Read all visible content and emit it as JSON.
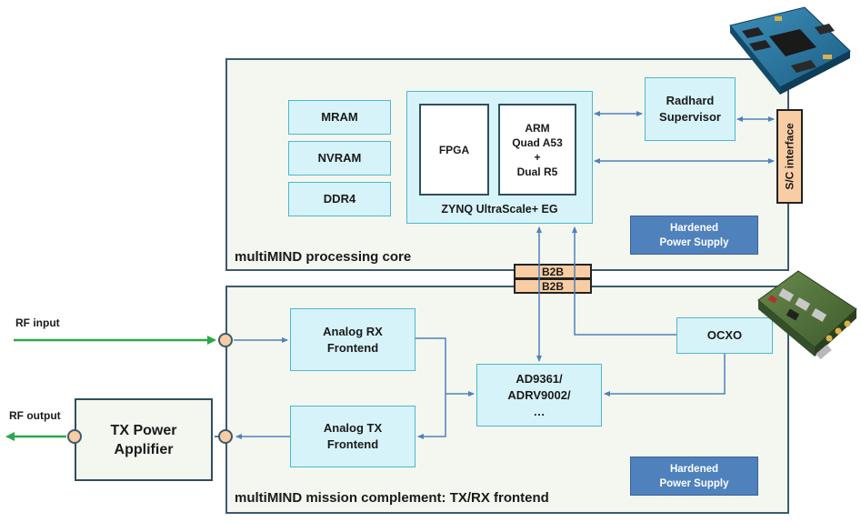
{
  "processing_core": {
    "title": "multiMIND processing core",
    "mram": "MRAM",
    "nvram": "NVRAM",
    "ddr4": "DDR4",
    "zynq": {
      "label": "ZYNQ UltraScale+ EG",
      "fpga": "FPGA",
      "arm": "ARM\nQuad  A53\n+\nDual R5"
    },
    "radhard": "Radhard\nSupervisor",
    "sc_interface": "S/C interface",
    "power": "Hardened\nPower Supply"
  },
  "b2b": {
    "top": "B2B",
    "bottom": "B2B"
  },
  "mission": {
    "title": "multiMIND mission complement: TX/RX frontend",
    "rx": "Analog  RX\nFrontend",
    "tx": "Analog  TX\nFrontend",
    "transceiver": "AD9361/\nADRV9002/\n…",
    "ocxo": "OCXO",
    "power": "Hardened\nPower Supply"
  },
  "external": {
    "rf_input": "RF input",
    "rf_output": "RF output",
    "pa": "TX Power\nApplifier"
  },
  "colors": {
    "rf_arrow": "#2aa84a",
    "connector": "#4f81bd",
    "panel_border": "#3d5a6e",
    "cyan_fill": "#d6f3f9",
    "blue_fill": "#4f81bd",
    "orange_fill": "#f9cda4"
  }
}
